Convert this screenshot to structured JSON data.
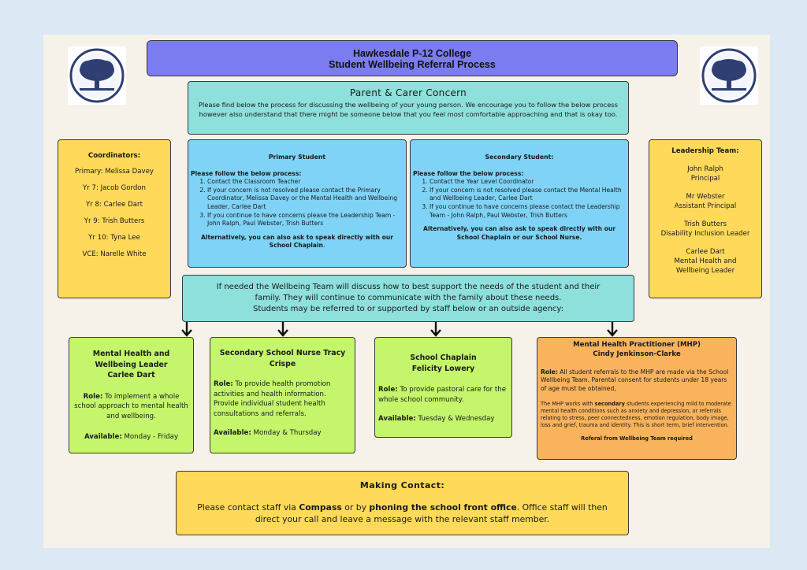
{
  "header": {
    "school_name": "Hawkesdale P-12 College",
    "process_title": "Student Wellbeing Referral Process"
  },
  "parent_concern": {
    "heading": "Parent & Carer Concern",
    "text": "Please find below the process for discussing the wellbeing of your young person. We encourage you to follow the below process however also understand that there might be someone below that you feel most comfortable approaching and that is okay too."
  },
  "coordinators": {
    "heading": "Coordinators:",
    "items": [
      "Primary: Melissa Davey",
      "Yr 7: Jacob Gordon",
      "Yr 8: Carlee Dart",
      "Yr 9: Trish Butters",
      "Yr 10: Tyna Lee",
      "VCE: Narelle White"
    ]
  },
  "leadership": {
    "heading": "Leadership Team:",
    "groups": [
      {
        "name": "John Ralph",
        "role": "Principal"
      },
      {
        "name": "Mr Webster",
        "role": "Assistant Principal"
      },
      {
        "name": "Trish Butters",
        "role": "Disability Inclusion Leader"
      },
      {
        "name": "Carlee Dart",
        "role": "Mental Health and",
        "role2": "Wellbeing Leader"
      }
    ]
  },
  "primary": {
    "heading": "Primary Student",
    "intro": "Please follow the below process:",
    "steps": [
      "Contact the Classroom Teacher",
      "If your concern is not resolved please contact the Primary Coordinator, Melissa Davey or the Mental Health and Wellbeing Leader, Carlee Dart",
      "If you continue to have concerns please the Leadership Team - John Ralph, Paul Webster, Trish Butters"
    ],
    "alt_text": "Alternatively, you can also ask to speak directly with our",
    "alt_role": "School Chaplain",
    "alt_end": "."
  },
  "secondary": {
    "heading": "Secondary Student:",
    "intro": "Please follow the below process:",
    "steps": [
      "Contact the Year Level Coordinator",
      "If your concern is not resolved please contact the Mental Health and Wellbeing Leader, Carlee Dart",
      "If you continue to have concerns please contact the Leadership Team - John Ralph, Paul Webster, Trish Butters"
    ],
    "alt_text": "Alternatively, you can also ask to speak directly with our School Chaplain or our School Nurse."
  },
  "wellbeing_team": {
    "line1": "If needed the Wellbeing Team will discuss how to best support the needs of the student and their",
    "line2": "family.  They will continue to communicate with the family about these needs.",
    "line3": "Students may be referred to or supported by staff below or an outside agency:"
  },
  "mhwl": {
    "title_l1": "Mental Health and",
    "title_l2": "Wellbeing Leader",
    "title_l3": "Carlee Dart",
    "role_label": "Role:",
    "role_text": " To implement a whole school approach to mental health and wellbeing.",
    "avail_label": "Available:",
    "avail_text": " Monday - Friday"
  },
  "nurse": {
    "title_l1": "Secondary School Nurse  Tracy",
    "title_l2": "Crispe",
    "role_label": "Role:",
    "role_text": " To provide health promotion activities and health information. Provide individual student health consultations and referrals.",
    "avail_label": "Available:",
    "avail_text": " Monday & Thursday"
  },
  "chaplain": {
    "title_l1": "School Chaplain",
    "title_l2": "Felicity Lowery",
    "role_label": "Role:",
    "role_text": " To provide pastoral care for the whole school community.",
    "avail_label": "Available:",
    "avail_text": " Tuesday & Wednesday"
  },
  "mhp": {
    "title_l1": "Mental Health Practitioner  (MHP)",
    "title_l2": "Cindy Jenkinson-Clarke",
    "role_label": "Role:",
    "role_text": " All student referrals to the MHP are made via the School Wellbeing Team.  Parental consent for students under 18 years of age must be obtained,",
    "detail_a": "The MHP works with ",
    "detail_b": "secondary",
    "detail_c": "  students experiencing mild to moderate mental health conditions such as anxiety and depression, or referrals relating to stress, peer connectedness, emotion regulation, body image, loss and grief, trauma and identity.  This is short term, brief intervention.",
    "referral": "Referal from Wellbeing Team required"
  },
  "contact": {
    "heading": "Making Contact:",
    "t1": "Please contact staff via ",
    "t2": "Compass",
    "t3": " or by ",
    "t4": "phoning the school front office",
    "t5": ". Office staff will then direct your call and leave a message with the relevant staff member."
  },
  "colors": {
    "title_bg": "#7b7cf0",
    "teal": "#8de0dc",
    "blue": "#7fd3f6",
    "yellow": "#fed95a",
    "green": "#c4f56b",
    "orange": "#f9b35c",
    "logo_navy": "#2f3f73"
  }
}
